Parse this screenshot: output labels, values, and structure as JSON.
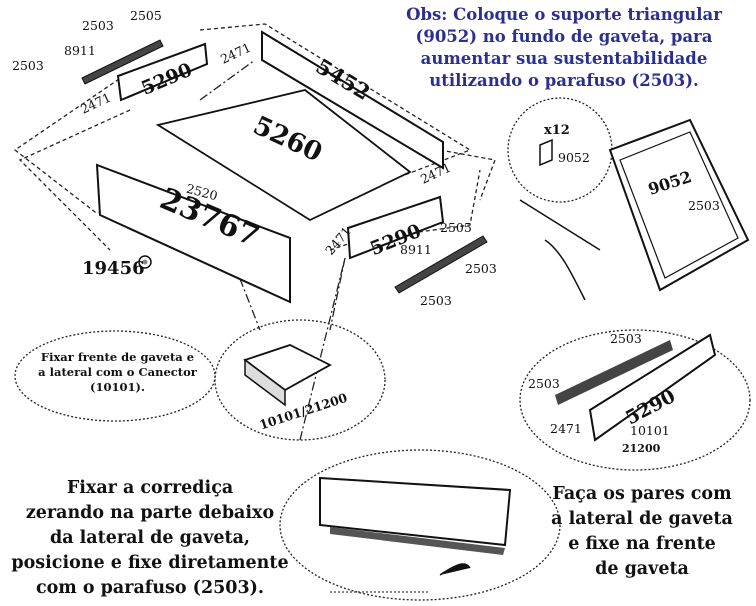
{
  "obs_note": [
    "Obs: Coloque o suporte triangular",
    "(9052) no fundo de gaveta, para",
    "aumentar sua sustentabilidade",
    "utilizando o parafuso (2503)."
  ],
  "parts": {
    "back_panel": "5452",
    "drawer_bottom": "5260",
    "left_side": "5290",
    "right_side": "5290",
    "front_panel": "23767",
    "handle": "19456",
    "triangle_support": "9052",
    "connector": "10101/21200",
    "detail_side": "5290"
  },
  "labels": {
    "screw_2503": "2503",
    "screw_2505": "2505",
    "slide_8911": "8911",
    "dowel_2471": "2471",
    "screw_2520": "2520",
    "qty_x12": "x12",
    "ref_9052": "9052",
    "ref_10101": "10101",
    "ref_21200": "21200"
  },
  "notes": {
    "fixar_frente": [
      "Fixar frente de gaveta e",
      "a lateral com o Canector",
      "(10101)."
    ],
    "fixar_corredica": [
      "Fixar a corrediça",
      "zerando na parte debaixo",
      "da lateral de gaveta,",
      "posicione e fixe diretamente",
      "com o parafuso (2503)."
    ],
    "faca_pares": [
      "Faça os pares com",
      "a lateral de gaveta",
      "e fixe na frente",
      "de gaveta"
    ]
  }
}
